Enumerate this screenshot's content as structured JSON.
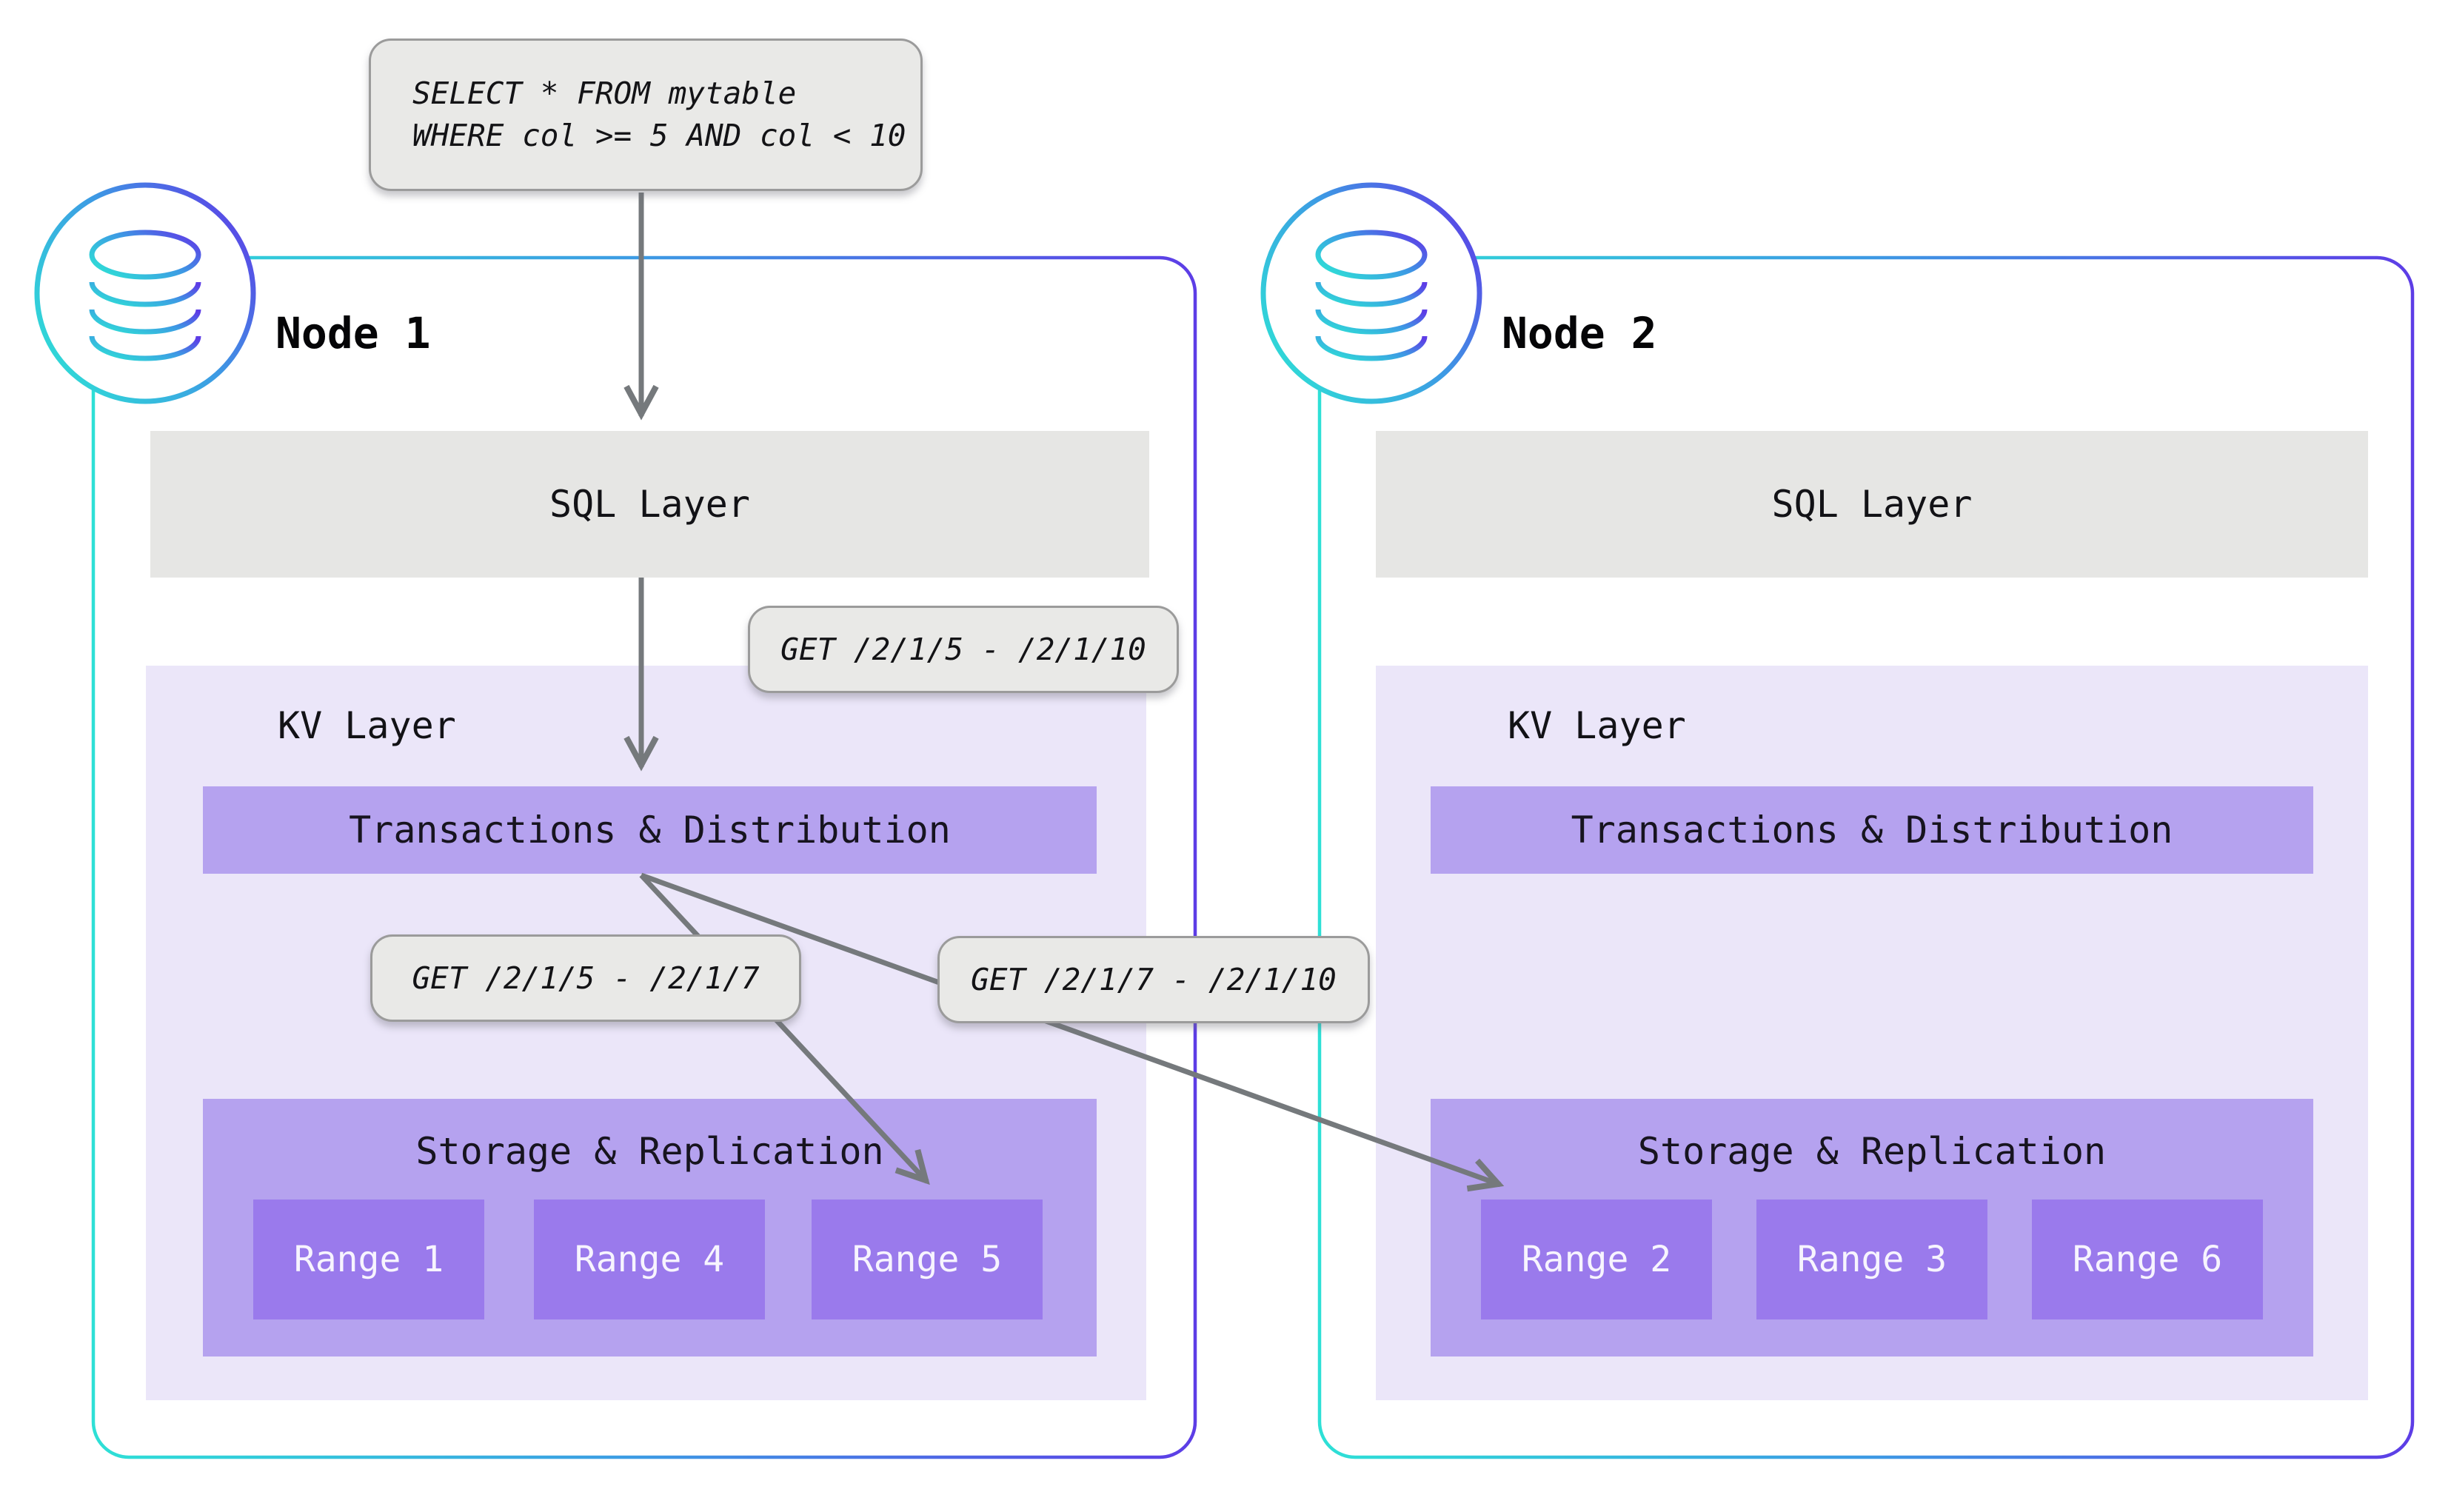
{
  "query_box": {
    "line1": "SELECT * FROM mytable",
    "line2": "WHERE col >= 5 AND col < 10"
  },
  "requests": {
    "combined": "GET /2/1/5 - /2/1/10",
    "left_split": "GET /2/1/5 - /2/1/7",
    "right_split": "GET /2/1/7 - /2/1/10"
  },
  "nodes": [
    {
      "name": "Node 1",
      "sql_layer": "SQL Layer",
      "kv_layer": "KV Layer",
      "transactions": "Transactions & Distribution",
      "storage": "Storage & Replication",
      "ranges": [
        "Range 1",
        "Range 4",
        "Range 5"
      ]
    },
    {
      "name": "Node 2",
      "sql_layer": "SQL Layer",
      "kv_layer": "KV Layer",
      "transactions": "Transactions & Distribution",
      "storage": "Storage & Replication",
      "ranges": [
        "Range 2",
        "Range 3",
        "Range 6"
      ]
    }
  ],
  "colors": {
    "node_border_start": "#2ee0d6",
    "node_border_mid": "#3d9ae4",
    "node_border_end": "#5d3de6",
    "sql_layer_gray": "#e6e6e4",
    "kv_background": "#ebe6f9",
    "bar_purple": "#b5a2ef",
    "range_purple": "#9a7aec",
    "label_box_gray": "#e9e9e7",
    "arrow_gray": "#75797c"
  }
}
